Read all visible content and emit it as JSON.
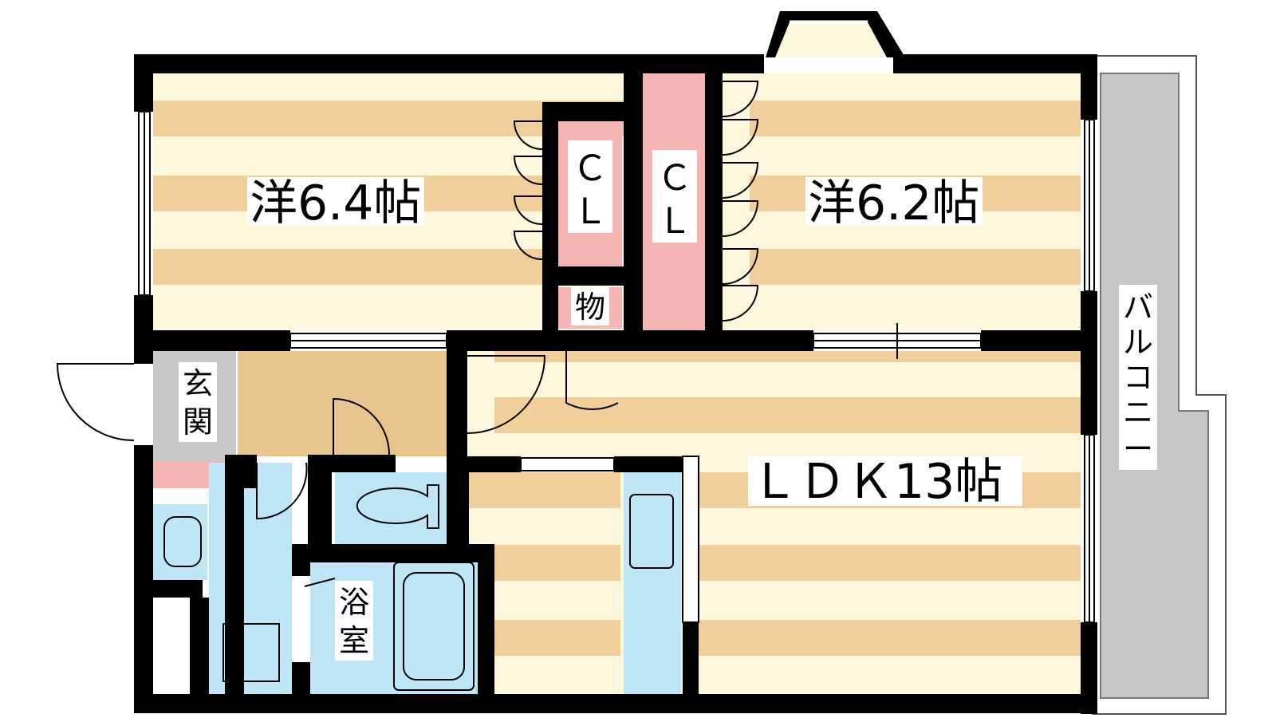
{
  "rooms": {
    "western_left": "洋6.4帖",
    "western_right": "洋6.2帖",
    "ldk": "ＬＤＫ13帖",
    "closet_left_1": "Ｃ",
    "closet_left_2": "Ｌ",
    "closet_right_1": "Ｃ",
    "closet_right_2": "Ｌ",
    "storage": "物",
    "entrance_1": "玄",
    "entrance_2": "関",
    "bath_1": "浴",
    "bath_2": "室",
    "balcony": [
      "バ",
      "ル",
      "コ",
      "ニ",
      "ー"
    ]
  },
  "colors": {
    "wall": "#000000",
    "floor_stripe": "#f1cf9b",
    "floor_light": "#fdf7dd",
    "closet": "#f5b5b5",
    "entrance": "#c8c8c8",
    "hall": "#e8c48e",
    "wet_area": "#bfe6f6",
    "balcony": "#c6c6c6"
  }
}
